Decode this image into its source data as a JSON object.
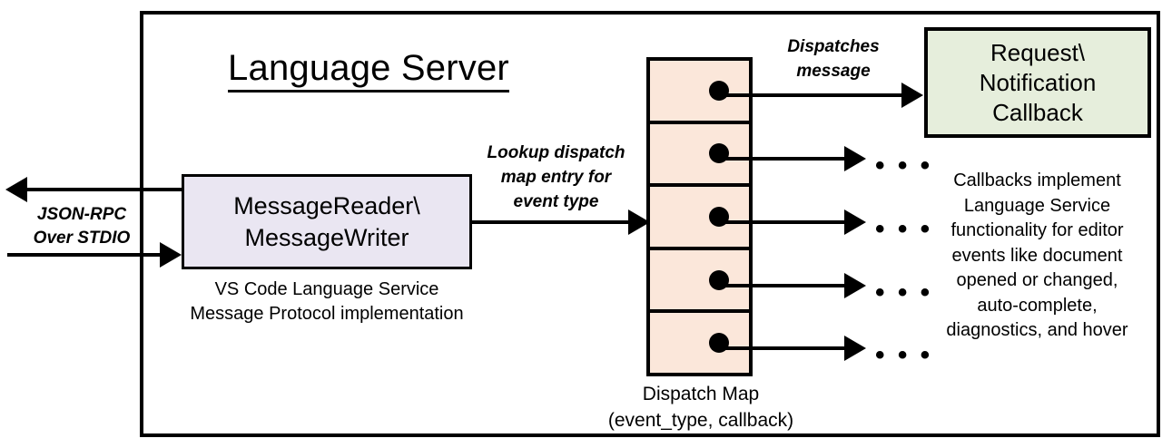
{
  "diagram": {
    "title": "Language Server",
    "outer_border_color": "#000000",
    "background": "#ffffff"
  },
  "reader": {
    "line1": "MessageReader\\",
    "line2": "MessageWriter",
    "fill_color": "#EAE6F2",
    "caption_line1": "VS Code Language Service",
    "caption_line2": "Message Protocol implementation"
  },
  "transport": {
    "label_line1": "JSON-RPC",
    "label_line2": "Over STDIO"
  },
  "lookup": {
    "label_line1": "Lookup dispatch",
    "label_line2": "map entry for",
    "label_line3": "event type"
  },
  "dispatch": {
    "label_line1": "Dispatches",
    "label_line2": "message",
    "fill_color": "#FBE7DA",
    "caption_line1": "Dispatch Map",
    "caption_line2": "(event_type, callback)",
    "cells": [
      {
        "index": 1
      },
      {
        "index": 2
      },
      {
        "index": 3
      },
      {
        "index": 4
      },
      {
        "index": 5
      }
    ],
    "ellipsis": "• • •"
  },
  "callback": {
    "line1": "Request\\",
    "line2": "Notification",
    "line3": "Callback",
    "fill_color": "#E6EEDC",
    "caption_line1": "Callbacks implement",
    "caption_line2": "Language Service",
    "caption_line3": "functionality for editor",
    "caption_line4": "events like document",
    "caption_line5": "opened or changed,",
    "caption_line6": "auto-complete,",
    "caption_line7": "diagnostics, and hover"
  }
}
